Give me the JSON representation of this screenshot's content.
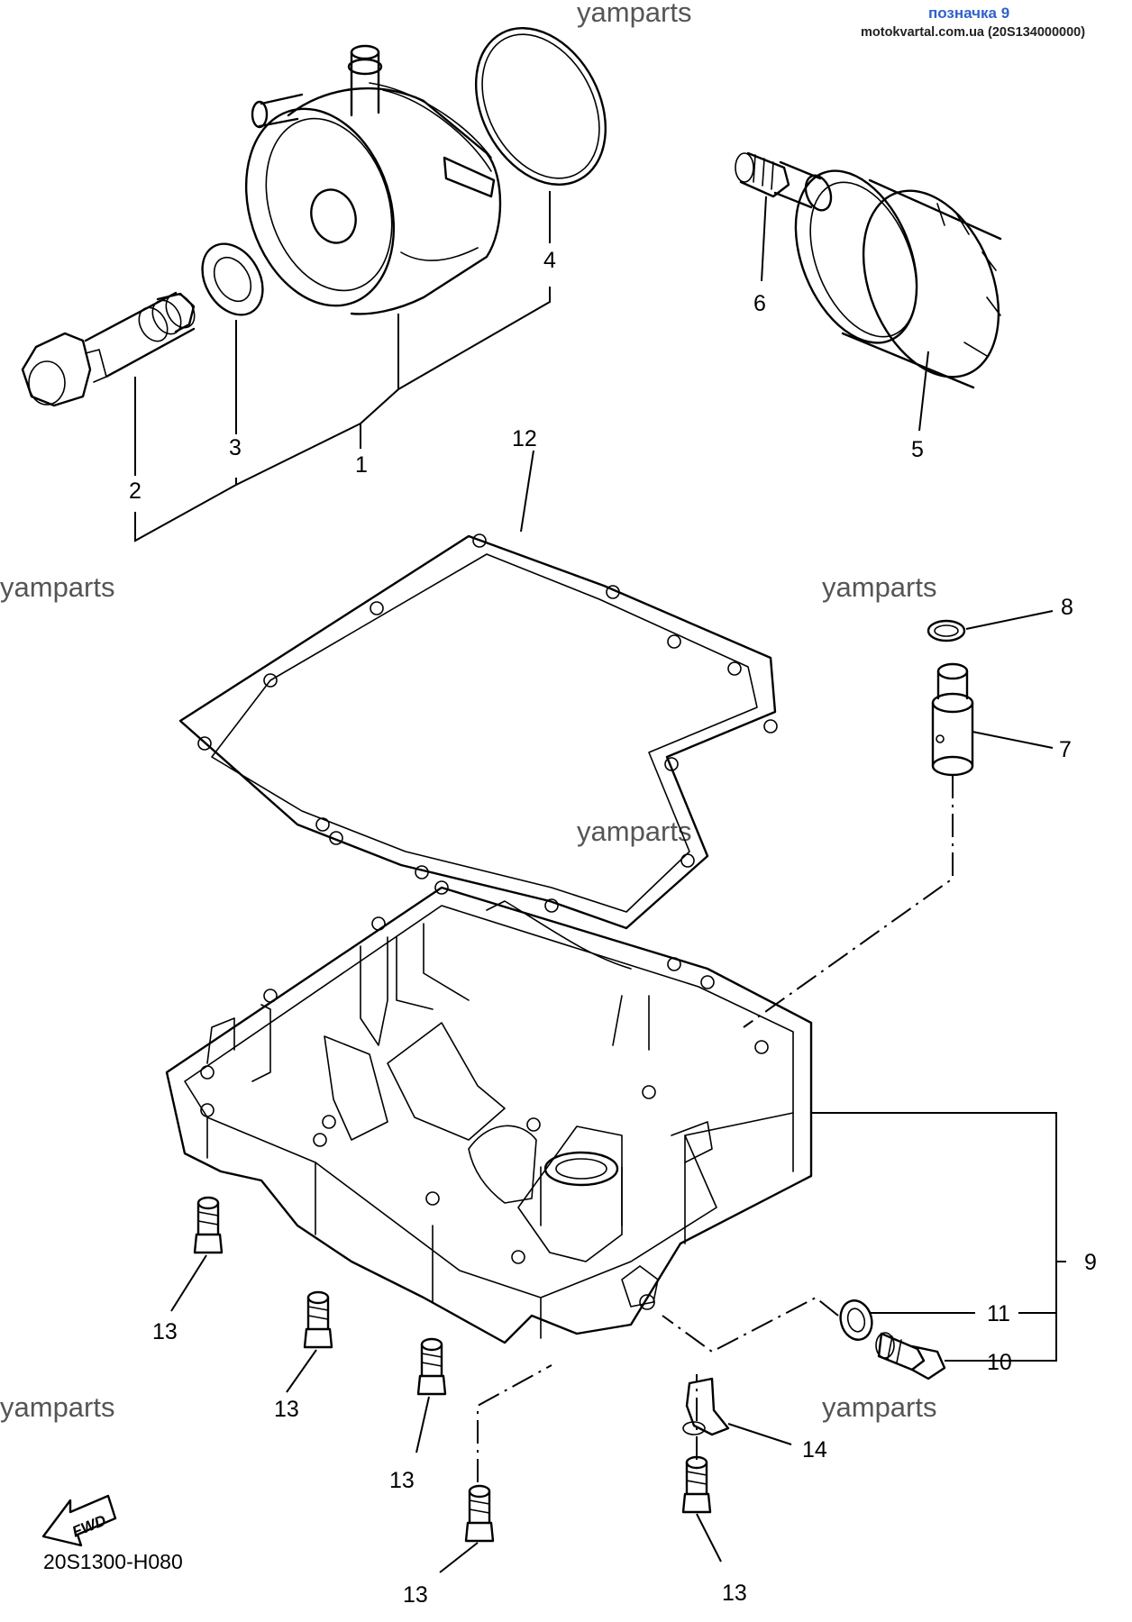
{
  "header": {
    "badge": "позначка 9",
    "site": "motokvartal.com.ua (20S134000000)"
  },
  "watermark": "yamparts",
  "diagram_code": "20S1300-H080",
  "fwd_label": "FWD",
  "callouts": {
    "c1": "1",
    "c2": "2",
    "c3": "3",
    "c4": "4",
    "c5": "5",
    "c6": "6",
    "c7": "7",
    "c8": "8",
    "c9": "9",
    "c10": "10",
    "c11": "11",
    "c12": "12",
    "c13": "13",
    "c14": "14"
  }
}
